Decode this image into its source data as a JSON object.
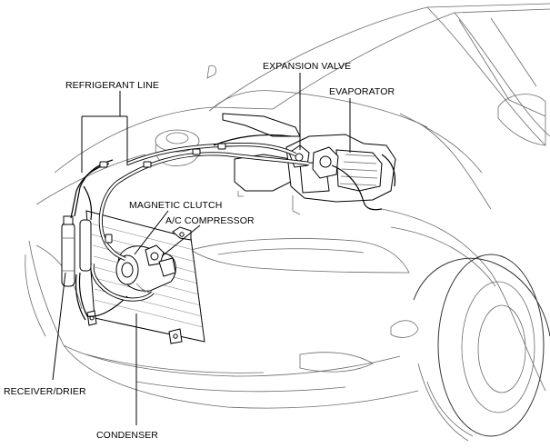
{
  "callouts": {
    "refrigerant_line": "REFRIGERANT LINE",
    "expansion_valve": "EXPANSION VALVE",
    "evaporator": "EVAPORATOR",
    "magnetic_clutch": "MAGNETIC CLUTCH",
    "ac_compressor": "A/C COMPRESSOR",
    "receiver_drier": "RECEIVER/DRIER",
    "condenser": "CONDENSER"
  }
}
